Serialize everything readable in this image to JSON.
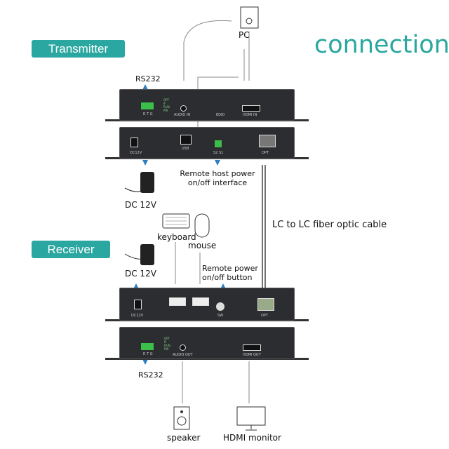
{
  "title": "connection",
  "sections": {
    "transmitter": "Transmitter",
    "receiver": "Receiver"
  },
  "labels": {
    "pc": "PC",
    "rs232_top": "RS232",
    "dc12v_top": "DC 12V",
    "remote_host_1": "Remote host power",
    "remote_host_2": "on/off interface",
    "fiber": "LC to LC fiber optic cable",
    "keyboard": "keyboard",
    "mouse": "mouse",
    "dc12v_bottom": "DC 12V",
    "remote_btn_1": "Remote power",
    "remote_btn_2": "on/off button",
    "rs232_bottom": "RS232",
    "speaker": "speaker",
    "hdmi_monitor": "HDMI monitor"
  },
  "tx_front": {
    "rtg": "R T G",
    "leds": [
      "OPT",
      "IF",
      "RUN",
      "PW"
    ],
    "audio": "AUDIO IN",
    "edid": "EDID",
    "hdmi": "HDMI IN"
  },
  "tx_back": {
    "dc": "DC12V",
    "usb": "USB",
    "s": "S2  S1",
    "opt": "OPT"
  },
  "rx_back": {
    "dc": "DC12V",
    "sw": "SW",
    "opt": "OPT"
  },
  "rx_front": {
    "rtg": "R T G",
    "leds": [
      "OPT",
      "IF",
      "RUN",
      "PW"
    ],
    "audio": "AUDIO OUT",
    "hdmi": "HDMI OUT"
  },
  "colors": {
    "accent": "#2aa7a0",
    "device": "#2b2d30",
    "arrow": "#2d7fc1",
    "terminal": "#3cbf4a"
  }
}
